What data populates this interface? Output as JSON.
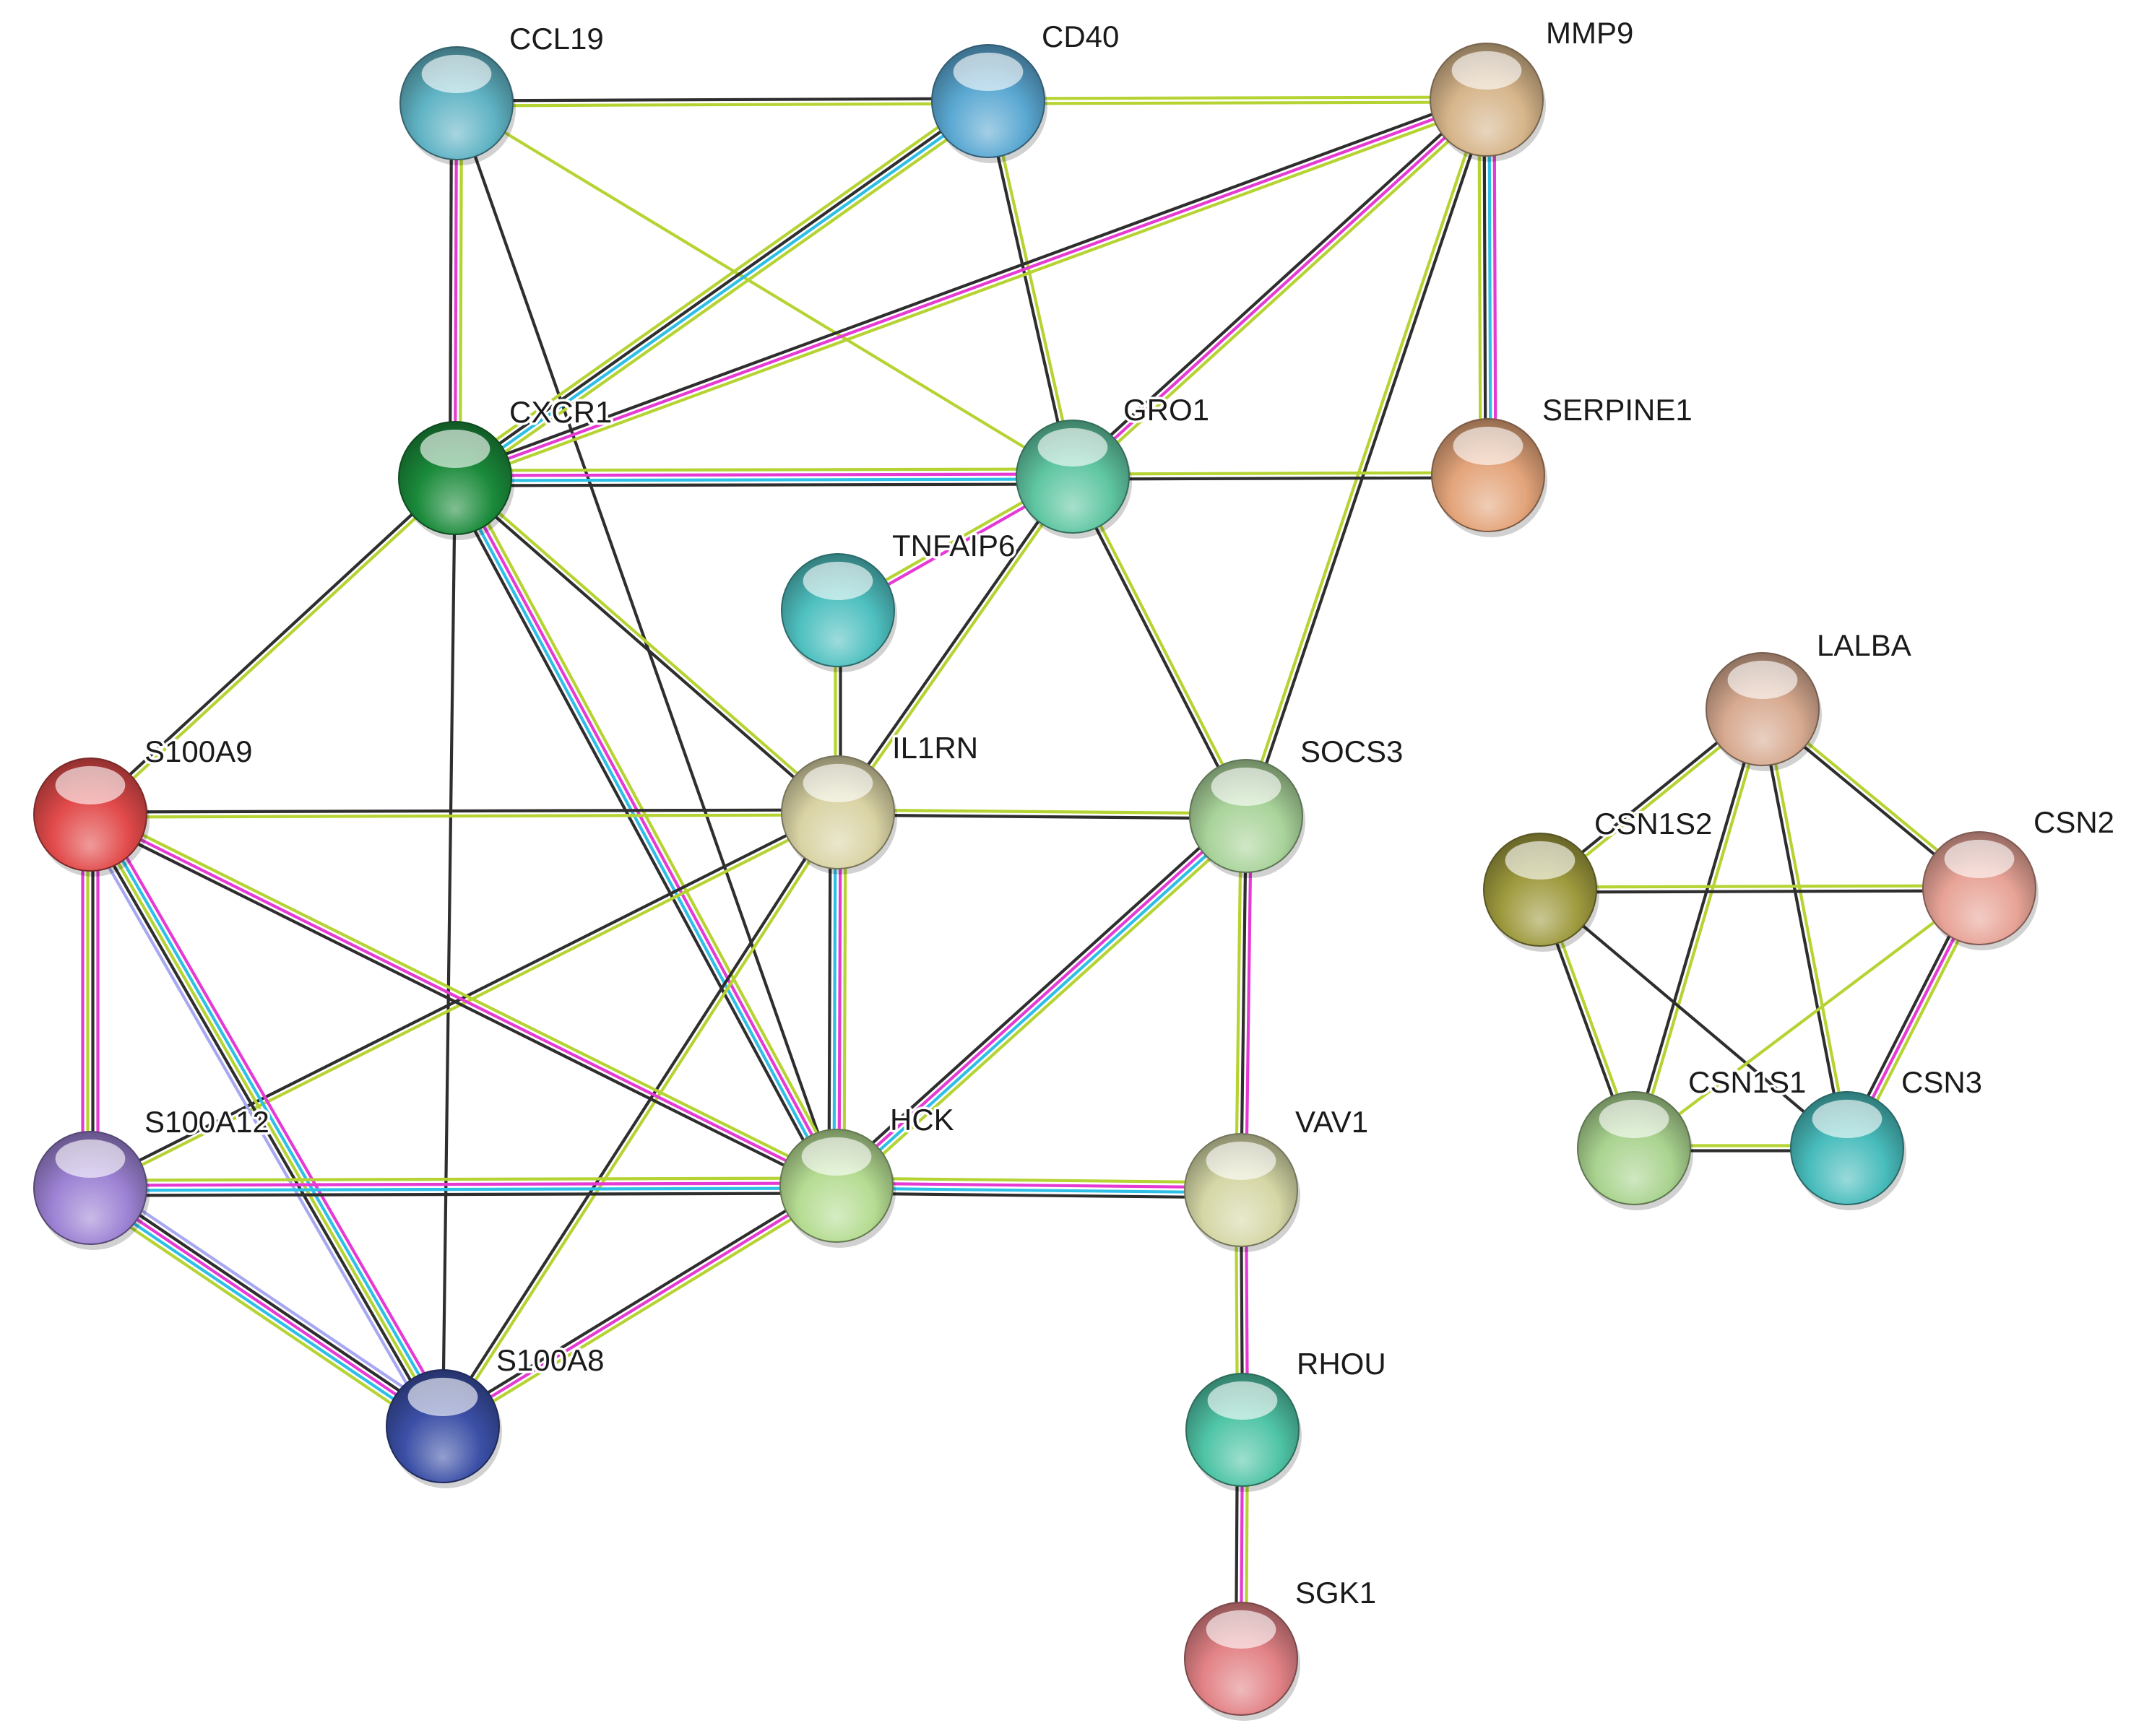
{
  "network": {
    "nodes": [
      {
        "id": "CCL19",
        "label": "CCL19",
        "color": "#5fb3c4"
      },
      {
        "id": "CD40",
        "label": "CD40",
        "color": "#5aa8d2"
      },
      {
        "id": "MMP9",
        "label": "MMP9",
        "color": "#d6b58a"
      },
      {
        "id": "CXCR1",
        "label": "CXCR1",
        "color": "#1a8a3a"
      },
      {
        "id": "GRO1",
        "label": "GRO1",
        "color": "#5fc6a2"
      },
      {
        "id": "SERPINE1",
        "label": "SERPINE1",
        "color": "#e3a47a"
      },
      {
        "id": "TNFAIP6",
        "label": "TNFAIP6",
        "color": "#4fc0c0"
      },
      {
        "id": "IL1RN",
        "label": "IL1RN",
        "color": "#d9d3a4"
      },
      {
        "id": "SOCS3",
        "label": "SOCS3",
        "color": "#a9d39a"
      },
      {
        "id": "S100A9",
        "label": "S100A9",
        "color": "#e24a4a"
      },
      {
        "id": "S100A12",
        "label": "S100A12",
        "color": "#9d82d4"
      },
      {
        "id": "HCK",
        "label": "HCK",
        "color": "#b5dc92"
      },
      {
        "id": "VAV1",
        "label": "VAV1",
        "color": "#d5d7a6"
      },
      {
        "id": "S100A8",
        "label": "S100A8",
        "color": "#3b4fa6"
      },
      {
        "id": "RHOU",
        "label": "RHOU",
        "color": "#4fc4a6"
      },
      {
        "id": "SGK1",
        "label": "SGK1",
        "color": "#e28286"
      },
      {
        "id": "LALBA",
        "label": "LALBA",
        "color": "#d7aa90"
      },
      {
        "id": "CSN1S2",
        "label": "CSN1S2",
        "color": "#9e9a3e"
      },
      {
        "id": "CSN2",
        "label": "CSN2",
        "color": "#e7a396"
      },
      {
        "id": "CSN1S1",
        "label": "CSN1S1",
        "color": "#a9d38f"
      },
      {
        "id": "CSN3",
        "label": "CSN3",
        "color": "#48bcbc"
      }
    ],
    "edge_colors": {
      "yellow-green": "#b5d433",
      "black": "#2e2e2e",
      "magenta": "#e53ad3",
      "cyan": "#2ebfe6",
      "lavender": "#a7a8f2"
    },
    "edges": [
      {
        "source": "CCL19",
        "target": "CD40",
        "types": [
          "black",
          "yellow-green"
        ]
      },
      {
        "source": "CCL19",
        "target": "CXCR1",
        "types": [
          "yellow-green",
          "magenta",
          "black"
        ]
      },
      {
        "source": "CCL19",
        "target": "GRO1",
        "types": [
          "yellow-green"
        ]
      },
      {
        "source": "CCL19",
        "target": "HCK",
        "types": [
          "black"
        ]
      },
      {
        "source": "CD40",
        "target": "MMP9",
        "types": [
          "yellow-green",
          "yellow-green"
        ]
      },
      {
        "source": "CD40",
        "target": "CXCR1",
        "types": [
          "yellow-green",
          "cyan",
          "black",
          "yellow-green"
        ]
      },
      {
        "source": "CD40",
        "target": "GRO1",
        "types": [
          "yellow-green",
          "black"
        ]
      },
      {
        "source": "MMP9",
        "target": "CXCR1",
        "types": [
          "yellow-green",
          "magenta",
          "black"
        ]
      },
      {
        "source": "MMP9",
        "target": "GRO1",
        "types": [
          "yellow-green",
          "magenta",
          "black"
        ]
      },
      {
        "source": "MMP9",
        "target": "SERPINE1",
        "types": [
          "magenta",
          "cyan",
          "black",
          "yellow-green"
        ]
      },
      {
        "source": "MMP9",
        "target": "SOCS3",
        "types": [
          "black",
          "yellow-green"
        ]
      },
      {
        "source": "MMP9",
        "target": "S100A9",
        "types": []
      },
      {
        "source": "CXCR1",
        "target": "GRO1",
        "types": [
          "yellow-green",
          "magenta",
          "cyan",
          "black"
        ]
      },
      {
        "source": "CXCR1",
        "target": "IL1RN",
        "types": [
          "yellow-green",
          "black"
        ]
      },
      {
        "source": "CXCR1",
        "target": "S100A9",
        "types": [
          "yellow-green",
          "black"
        ]
      },
      {
        "source": "CXCR1",
        "target": "HCK",
        "types": [
          "yellow-green",
          "magenta",
          "cyan",
          "black"
        ]
      },
      {
        "source": "CXCR1",
        "target": "S100A8",
        "types": [
          "black"
        ]
      },
      {
        "source": "GRO1",
        "target": "SERPINE1",
        "types": [
          "yellow-green",
          "black"
        ]
      },
      {
        "source": "GRO1",
        "target": "SOCS3",
        "types": [
          "yellow-green",
          "black"
        ]
      },
      {
        "source": "GRO1",
        "target": "IL1RN",
        "types": [
          "yellow-green",
          "black"
        ]
      },
      {
        "source": "TNFAIP6",
        "target": "GRO1",
        "types": [
          "yellow-green",
          "magenta"
        ]
      },
      {
        "source": "TNFAIP6",
        "target": "IL1RN",
        "types": [
          "black",
          "yellow-green"
        ]
      },
      {
        "source": "IL1RN",
        "target": "S100A9",
        "types": [
          "yellow-green",
          "black"
        ]
      },
      {
        "source": "IL1RN",
        "target": "SOCS3",
        "types": [
          "yellow-green",
          "black"
        ]
      },
      {
        "source": "IL1RN",
        "target": "HCK",
        "types": [
          "yellow-green",
          "magenta",
          "cyan",
          "black"
        ]
      },
      {
        "source": "IL1RN",
        "target": "S100A12",
        "types": [
          "yellow-green",
          "black"
        ]
      },
      {
        "source": "IL1RN",
        "target": "S100A8",
        "types": [
          "yellow-green",
          "black"
        ]
      },
      {
        "source": "SOCS3",
        "target": "HCK",
        "types": [
          "yellow-green",
          "cyan",
          "magenta",
          "black"
        ]
      },
      {
        "source": "SOCS3",
        "target": "VAV1",
        "types": [
          "magenta",
          "black",
          "yellow-green"
        ]
      },
      {
        "source": "S100A9",
        "target": "S100A12",
        "types": [
          "magenta",
          "black",
          "yellow-green",
          "magenta"
        ]
      },
      {
        "source": "S100A9",
        "target": "HCK",
        "types": [
          "yellow-green",
          "magenta",
          "black"
        ]
      },
      {
        "source": "S100A9",
        "target": "S100A8",
        "types": [
          "magenta",
          "cyan",
          "yellow-green",
          "black",
          "lavender"
        ]
      },
      {
        "source": "S100A12",
        "target": "HCK",
        "types": [
          "yellow-green",
          "magenta",
          "cyan",
          "black"
        ]
      },
      {
        "source": "S100A12",
        "target": "S100A8",
        "types": [
          "lavender",
          "black",
          "magenta",
          "cyan",
          "yellow-green"
        ]
      },
      {
        "source": "HCK",
        "target": "VAV1",
        "types": [
          "yellow-green",
          "magenta",
          "cyan",
          "black"
        ]
      },
      {
        "source": "HCK",
        "target": "S100A8",
        "types": [
          "yellow-green",
          "magenta",
          "black"
        ]
      },
      {
        "source": "VAV1",
        "target": "RHOU",
        "types": [
          "magenta",
          "black",
          "yellow-green"
        ]
      },
      {
        "source": "RHOU",
        "target": "SGK1",
        "types": [
          "yellow-green",
          "magenta",
          "black"
        ]
      },
      {
        "source": "LALBA",
        "target": "CSN1S2",
        "types": [
          "yellow-green",
          "black"
        ]
      },
      {
        "source": "LALBA",
        "target": "CSN2",
        "types": [
          "yellow-green",
          "black"
        ]
      },
      {
        "source": "LALBA",
        "target": "CSN1S1",
        "types": [
          "yellow-green",
          "black"
        ]
      },
      {
        "source": "LALBA",
        "target": "CSN3",
        "types": [
          "yellow-green",
          "black"
        ]
      },
      {
        "source": "CSN1S2",
        "target": "CSN2",
        "types": [
          "yellow-green",
          "black"
        ]
      },
      {
        "source": "CSN1S2",
        "target": "CSN1S1",
        "types": [
          "yellow-green",
          "black"
        ]
      },
      {
        "source": "CSN1S2",
        "target": "CSN3",
        "types": [
          "black"
        ]
      },
      {
        "source": "CSN2",
        "target": "CSN1S1",
        "types": [
          "yellow-green"
        ]
      },
      {
        "source": "CSN2",
        "target": "CSN3",
        "types": [
          "yellow-green",
          "magenta",
          "black"
        ]
      },
      {
        "source": "CSN1S1",
        "target": "CSN3",
        "types": [
          "yellow-green",
          "black"
        ]
      }
    ]
  }
}
